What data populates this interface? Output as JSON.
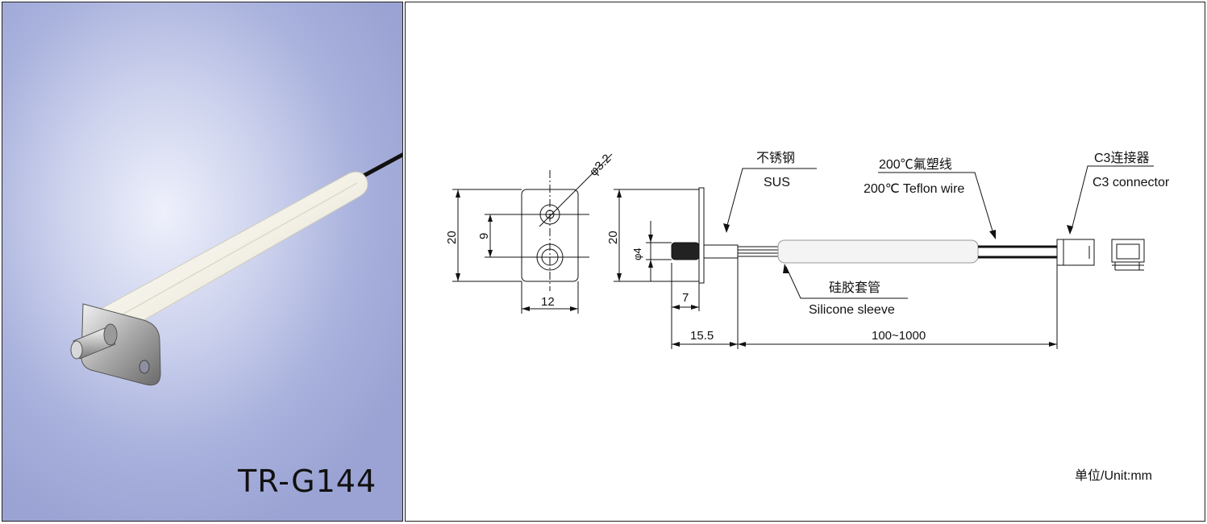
{
  "product": {
    "model": "TR-G144",
    "photo_subject": "flange-mount thermistor probe with silicone sleeve"
  },
  "drawing": {
    "labels": {
      "sus_cn": "不锈钢",
      "sus_en": "SUS",
      "teflon_cn": "200℃氟塑线",
      "teflon_en": "200℃ Teflon wire",
      "connector_cn": "C3连接器",
      "connector_en": "C3 connector",
      "sleeve_cn": "硅胶套管",
      "sleeve_en": "Silicone sleeve",
      "unit": "单位/Unit:mm"
    },
    "dimensions": {
      "hole_dia": "φ3.2",
      "flange_height": "20",
      "hole_spacing": "9",
      "flange_width": "12",
      "side_height": "20",
      "probe_dia": "φ4",
      "probe_len": "7",
      "tip_len": "15.5",
      "wire_len": "100~1000"
    }
  },
  "colors": {
    "panel_background": "#a9b2dd",
    "line": "#111111"
  }
}
